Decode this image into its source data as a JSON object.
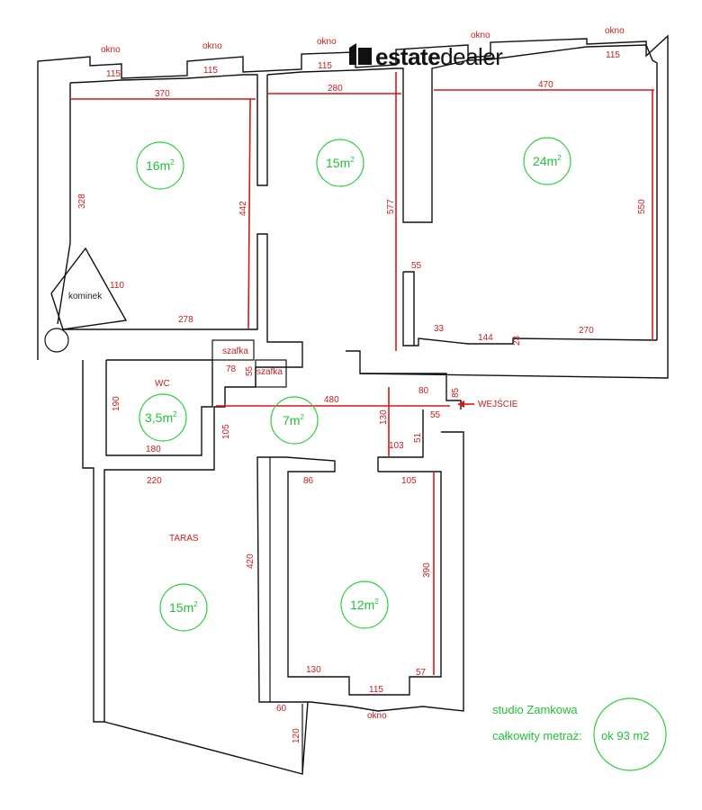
{
  "logo": {
    "bold": "estate",
    "light": "dealer"
  },
  "windows": [
    "okno",
    "okno",
    "okno",
    "okno",
    "okno",
    "okno"
  ],
  "window_widths": [
    "115",
    "115",
    "115",
    "115"
  ],
  "rooms": {
    "room1": {
      "area": "16m",
      "sup": "2"
    },
    "room2": {
      "area": "15m",
      "sup": "2"
    },
    "room3": {
      "area": "24m",
      "sup": "2"
    },
    "wc": {
      "label": "WC",
      "area": "3,5m",
      "sup": "2"
    },
    "hall": {
      "area": "7m",
      "sup": "2"
    },
    "terrace": {
      "label": "TARAS",
      "area": "15m",
      "sup": "2"
    },
    "room4": {
      "area": "12m",
      "sup": "2"
    }
  },
  "labels": {
    "fireplace": "kominek",
    "wardrobe1": "szafka",
    "wardrobe2": "szafka",
    "entrance": "WEJŚCIE"
  },
  "dimensions": {
    "d370": "370",
    "d280": "280",
    "d470": "470",
    "d328": "328",
    "d442": "442",
    "d577": "577",
    "d550": "550",
    "d110": "110",
    "d278": "278",
    "d55a": "55",
    "d33": "33",
    "d144": "144",
    "d23": "23",
    "d270": "270",
    "d78": "78",
    "d55b": "55",
    "d190": "190",
    "d180": "180",
    "d480": "480",
    "d80": "80",
    "d85": "85",
    "d130a": "130",
    "d105a": "105",
    "d55c": "55",
    "d51": "51",
    "d103": "103",
    "d220": "220",
    "d86": "86",
    "d105b": "105",
    "d420": "420",
    "d390": "390",
    "d130b": "130",
    "d57": "57",
    "d115b": "115",
    "d60": "60",
    "d120": "120"
  },
  "info": {
    "studio": "studio Zamkowa",
    "total_label": "całkowity metraż:",
    "total_value": "ok 93 m2"
  }
}
